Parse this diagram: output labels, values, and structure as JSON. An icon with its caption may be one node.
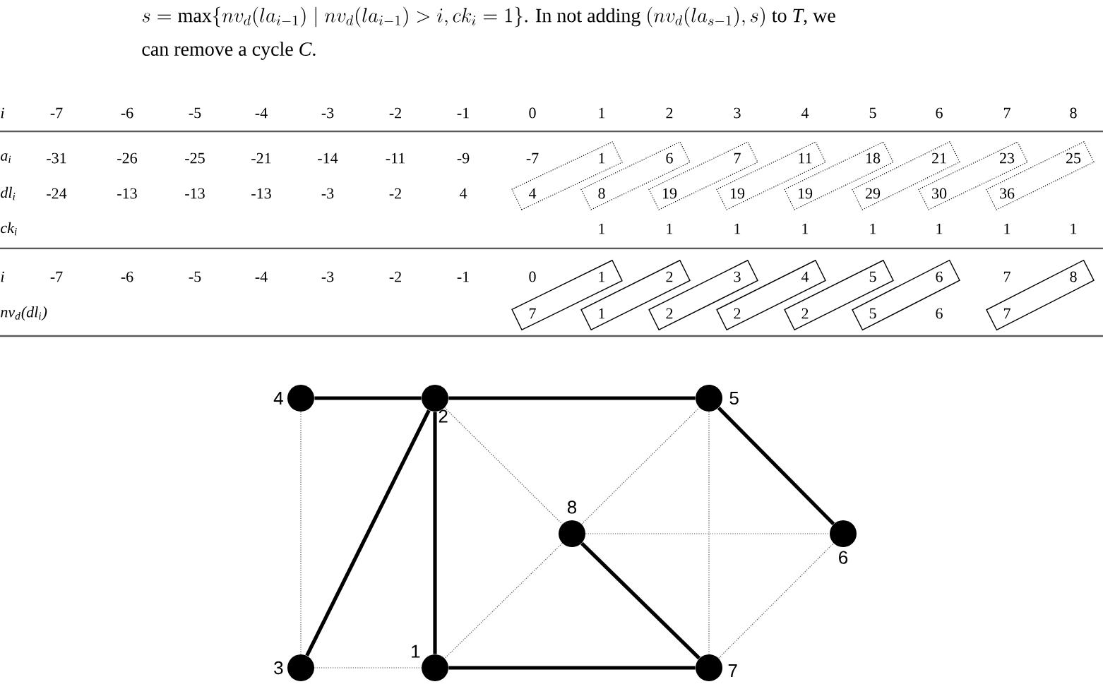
{
  "diagram": {
    "nodes": [
      {
        "text": [],
        "shape": "circle",
        "beside": [
          "4"
        ]
      },
      {
        "text": [],
        "shape": "circle",
        "beside": [
          "2"
        ]
      },
      {
        "text": [],
        "shape": "circle",
        "beside": [
          "5"
        ]
      },
      {
        "text": [],
        "shape": "circle",
        "beside": [
          "8"
        ]
      },
      {
        "text": [],
        "shape": "circle",
        "beside": [
          "6"
        ]
      },
      {
        "text": [],
        "shape": "circle",
        "beside": [
          "3"
        ]
      },
      {
        "text": [],
        "shape": "circle",
        "beside": [
          "1"
        ]
      },
      {
        "text": [],
        "shape": "circle",
        "beside": [
          "7"
        ]
      }
    ],
    "edges": [
      {
        "from": 0,
        "to": 1,
        "arrow": "none",
        "style": "thick"
      },
      {
        "from": 1,
        "to": 2,
        "arrow": "none",
        "style": "thick"
      },
      {
        "from": 1,
        "to": 5,
        "arrow": "none",
        "style": "thick"
      },
      {
        "from": 1,
        "to": 6,
        "arrow": "none",
        "style": "thick"
      },
      {
        "from": 2,
        "to": 4,
        "arrow": "none",
        "style": "thick"
      },
      {
        "from": 3,
        "to": 7,
        "arrow": "none",
        "style": "thick"
      },
      {
        "from": 6,
        "to": 7,
        "arrow": "none",
        "style": "thick"
      },
      {
        "from": 0,
        "to": 5,
        "arrow": "none",
        "style": "dashed"
      },
      {
        "from": 5,
        "to": 6,
        "arrow": "none",
        "style": "dashed"
      },
      {
        "from": 1,
        "to": 3,
        "arrow": "none",
        "style": "dashed"
      },
      {
        "from": 3,
        "to": 2,
        "arrow": "none",
        "style": "dashed"
      },
      {
        "from": 3,
        "to": 6,
        "arrow": "none",
        "style": "dashed"
      },
      {
        "from": 3,
        "to": 4,
        "arrow": "none",
        "style": "dashed"
      },
      {
        "from": 2,
        "to": 7,
        "arrow": "none",
        "style": "dashed"
      },
      {
        "from": 7,
        "to": 4,
        "arrow": "none",
        "style": "dashed"
      }
    ],
    "labels": [
      "s = \\max\\{ nv_d(la_{i-1}) \\mid nv_d(la_{i-1}) > i, ck_i = 1 \\}",
      ". In not adding",
      "\\left(nv_d(la_{s-1}), s\\right)",
      "to *T*, we",
      "can remove a cycle *C*.",
      "i",
      "-7",
      "-6",
      "-5",
      "-4",
      "-3",
      "-2",
      "-1",
      "0",
      "1",
      "2",
      "3",
      "4",
      "5",
      "6",
      "7",
      "8",
      "a$_{i}$",
      "-31",
      "-26",
      "-25",
      "-21",
      "-14",
      "-11",
      "-9",
      "-7",
      "1",
      "6",
      "7",
      "11",
      "18",
      "21",
      "23",
      "25",
      "dl$_{i}$",
      "-24",
      "-13",
      "-13",
      "-13",
      "-3",
      "-2",
      "4",
      "4",
      "8",
      "19",
      "19",
      "19",
      "29",
      "30",
      "36",
      "ck$_{i}$",
      "1",
      "1",
      "1",
      "1",
      "1",
      "1",
      "1",
      "1",
      "i",
      "-7",
      "-6",
      "-5",
      "-4",
      "-3",
      "-2",
      "-1",
      "0",
      "1",
      "2",
      "3",
      "4",
      "5",
      "6",
      "7",
      "8",
      "nv$_{d}$(dl$_{i}$)",
      "7",
      "1",
      "2",
      "2",
      "2",
      "5",
      "6",
      "7"
    ]
  }
}
